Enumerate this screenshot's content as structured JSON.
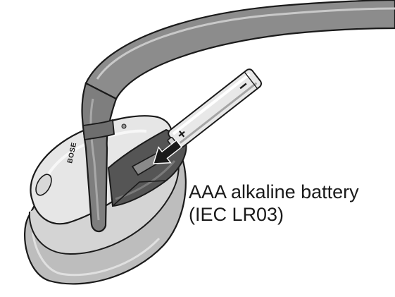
{
  "diagram": {
    "brand_mark": "BOSE",
    "battery_label_line1": "AAA alkaline battery",
    "battery_label_line2": "(IEC LR03)",
    "battery_plus_symbol": "+",
    "battery_minus_symbol": "−",
    "insert_direction": "into battery compartment",
    "colors": {
      "outline": "#1a1a1a",
      "headband": "#8c8c8c",
      "cup_light": "#e6e6e6",
      "cup_mid": "#bdbdbd",
      "cup_dark": "#6e6e6e",
      "cavity": "#555555",
      "arrow": "#1a1a1a"
    }
  }
}
